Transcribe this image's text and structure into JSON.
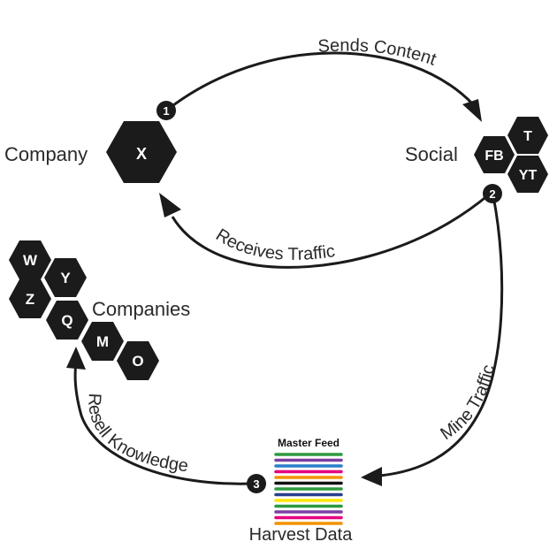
{
  "diagram": {
    "company": {
      "label": "Company",
      "hex": "X"
    },
    "social": {
      "label": "Social",
      "hexes": [
        "FB",
        "T",
        "YT"
      ]
    },
    "companies": {
      "label": "Companies",
      "hexes": [
        "W",
        "Y",
        "Z",
        "Q",
        "M",
        "O"
      ]
    },
    "harvest": {
      "label": "Harvest Data",
      "feed_title": "Master Feed"
    },
    "arrows": {
      "sends_content": "Sends Content",
      "receives_traffic": "Receives Traffic",
      "mine_traffic": "Mine Traffic",
      "resell_knowledge": "Resell Knowledge"
    },
    "steps": [
      "1",
      "2",
      "3"
    ],
    "colors": {
      "hex_fill": "#1b1b1b",
      "arrow": "#1b1b1b",
      "feed_lines": [
        "#2e9a3e",
        "#7b3fa0",
        "#2a7fc9",
        "#e5007e",
        "#f39200",
        "#111111",
        "#2e9a3e",
        "#2a3d8f",
        "#ffe600",
        "#2e9a3e",
        "#7b3fa0",
        "#e5007e",
        "#f39200"
      ]
    }
  }
}
